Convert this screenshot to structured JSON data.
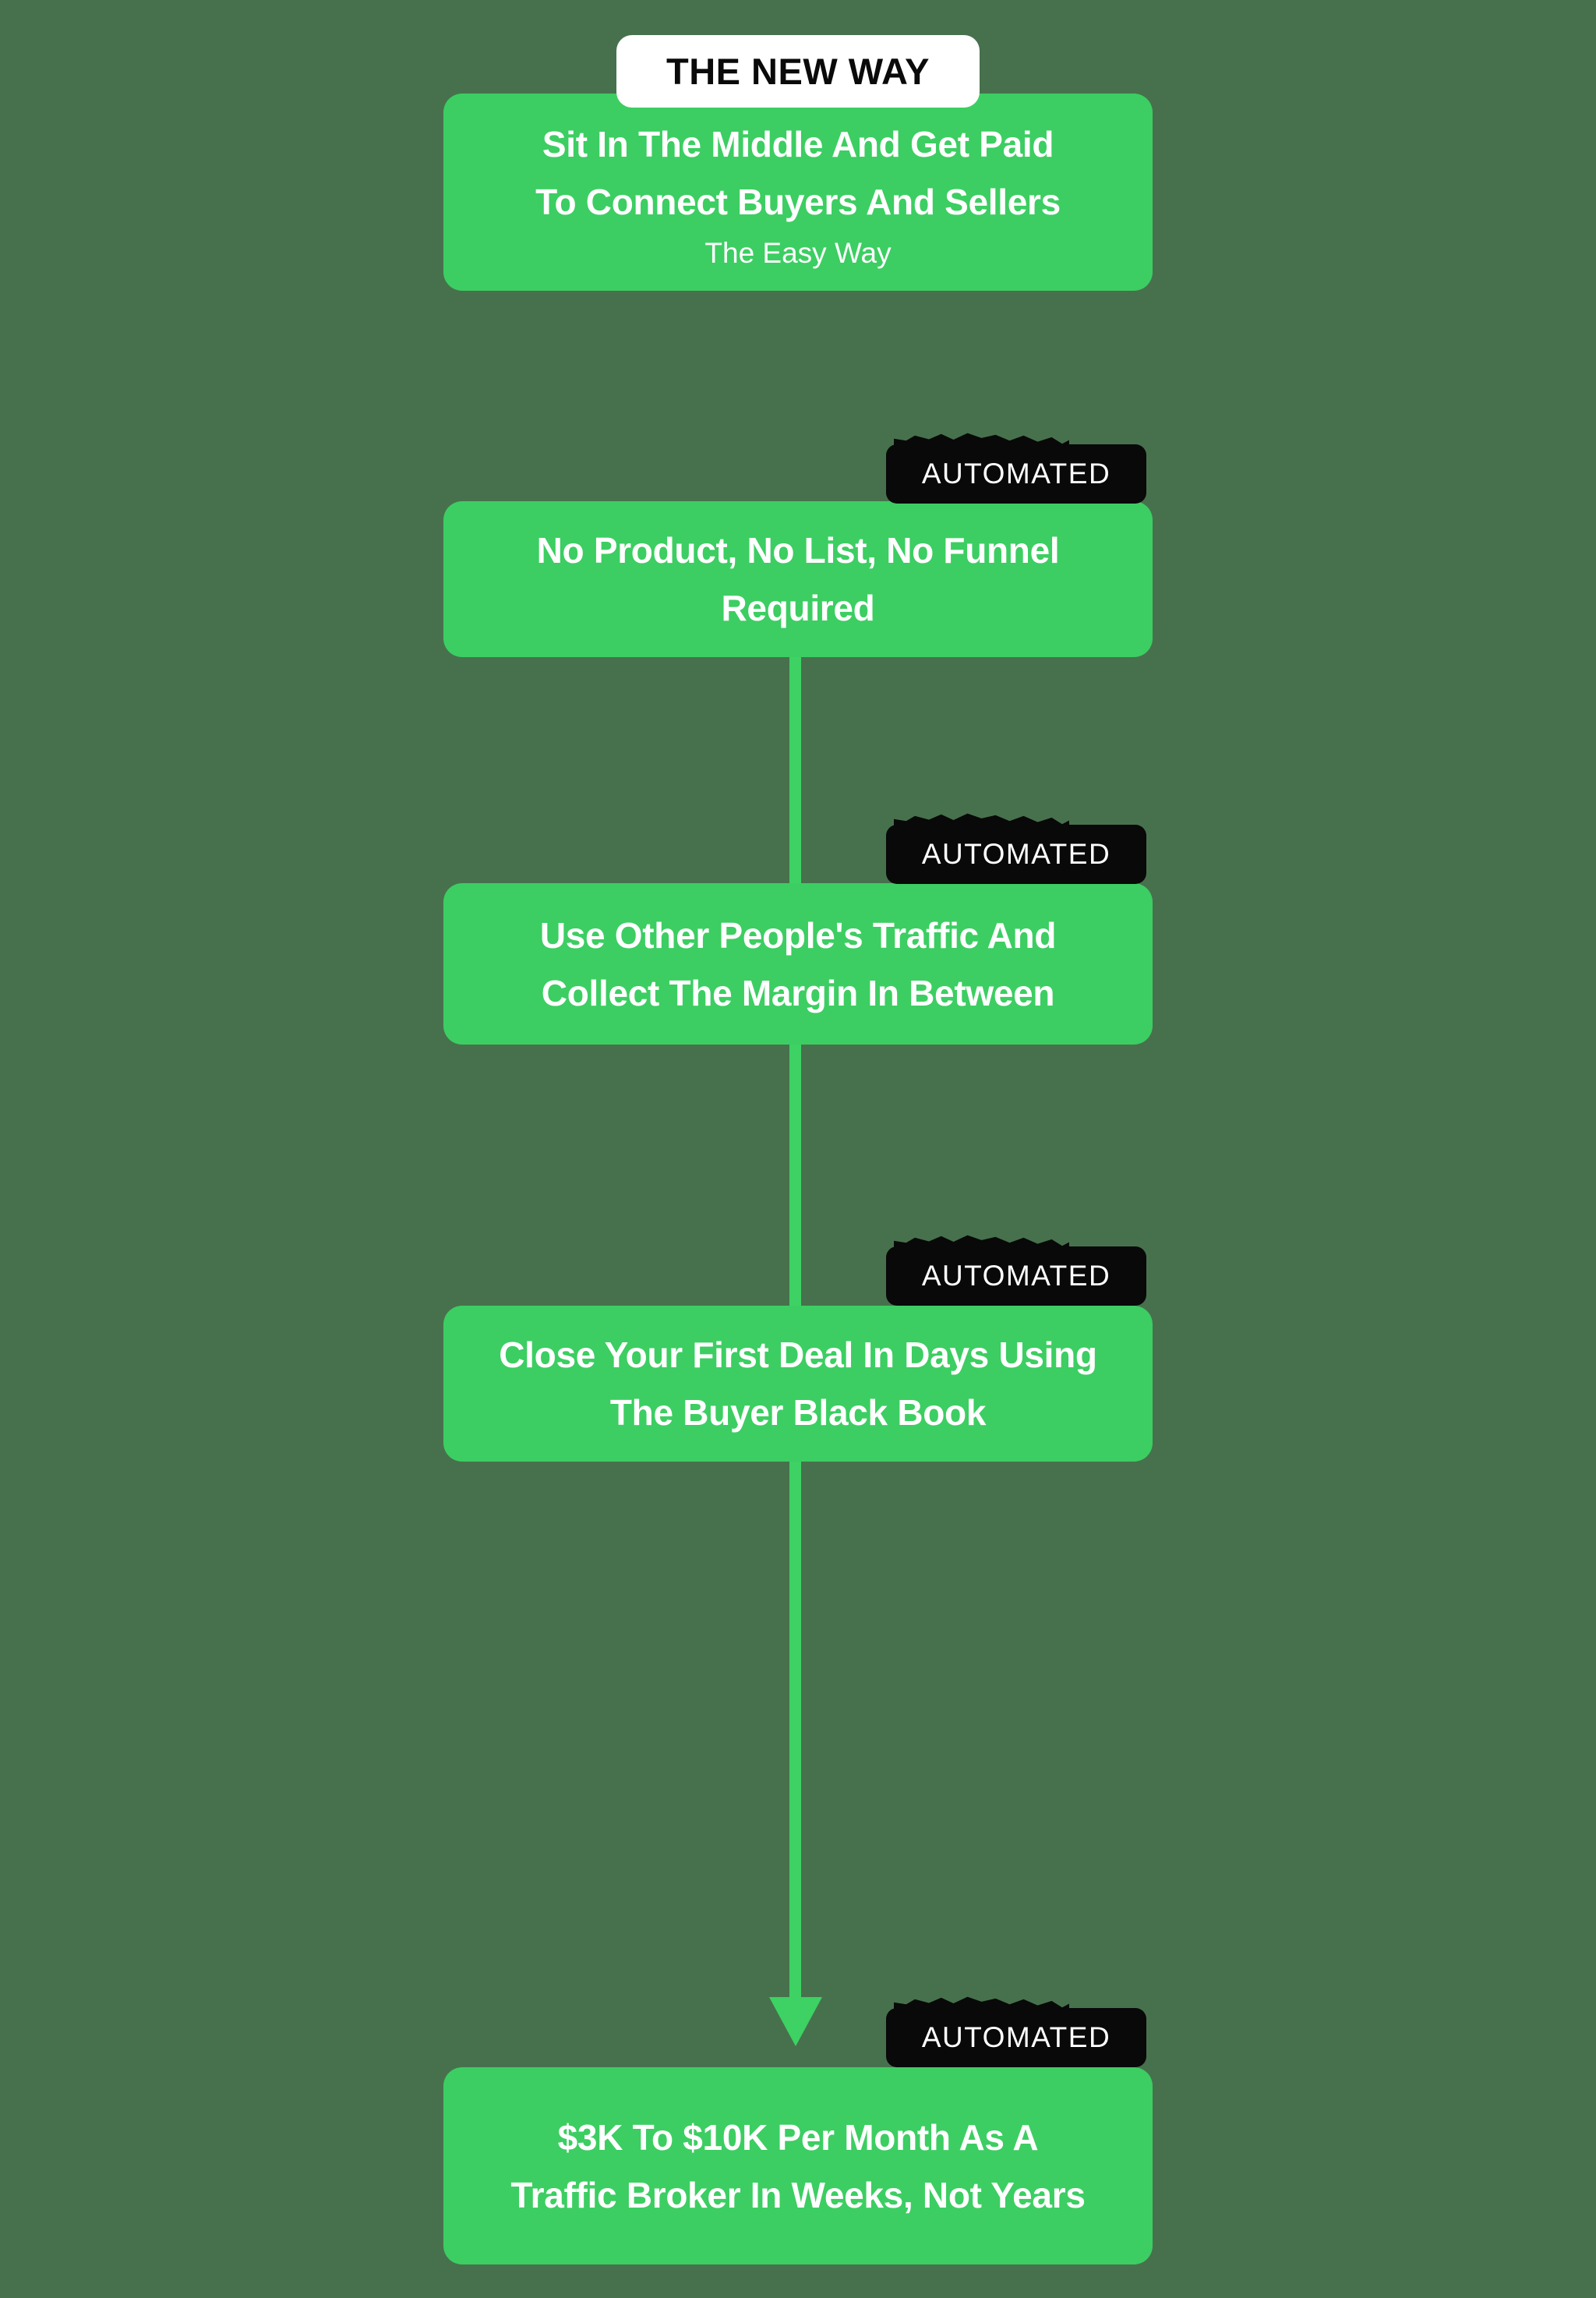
{
  "colors": {
    "background": "#47714D",
    "box_green": "#3CCE62",
    "connector_green": "#3DD263",
    "tag_black": "#090909",
    "badge_bg": "#FFFFFF",
    "badge_text": "#0A0A0A",
    "text_white": "#FFFFFF"
  },
  "badge": {
    "label": "THE NEW WAY"
  },
  "flow": {
    "tag_label": "AUTOMATED",
    "steps": [
      {
        "title_lines": [
          "Sit In The Middle And Get Paid",
          "To Connect Buyers And Sellers"
        ],
        "subtitle": "The Easy Way",
        "automated_tag": false
      },
      {
        "title_lines": [
          "No Product, No List, No Funnel",
          "Required"
        ],
        "automated_tag": true
      },
      {
        "title_lines": [
          "Use Other People's Traffic And",
          "Collect The Margin In Between"
        ],
        "automated_tag": true
      },
      {
        "title_lines": [
          "Close Your First Deal In Days Using",
          "The Buyer Black Book"
        ],
        "automated_tag": true
      },
      {
        "title_lines": [
          "$3K To $10K Per Month As A",
          "Traffic Broker In Weeks, Not Years"
        ],
        "automated_tag": true
      }
    ]
  }
}
